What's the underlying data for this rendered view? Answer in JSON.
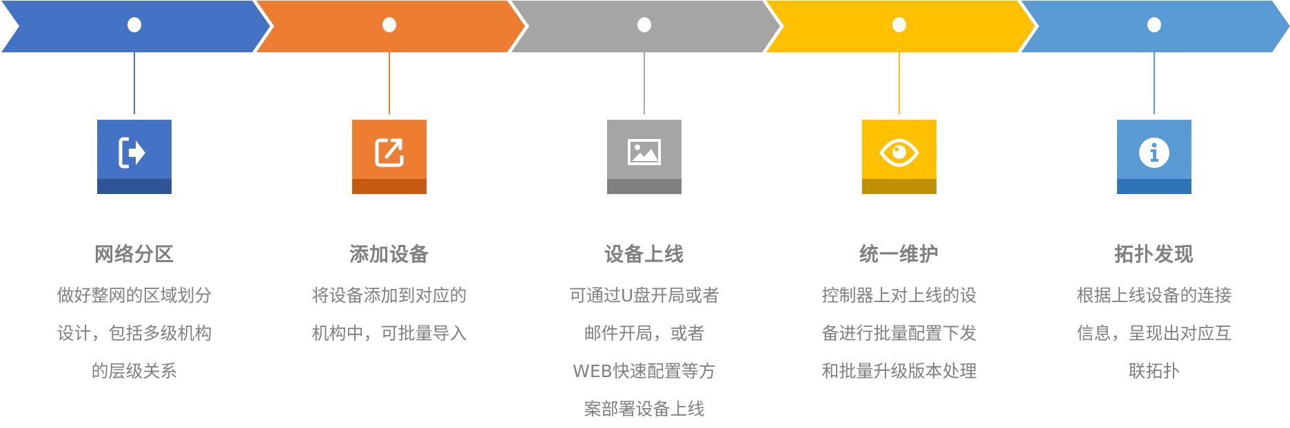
{
  "steps": [
    {
      "title": "网络分区",
      "lines": [
        "做好整网的区域划分",
        "设计，包括多级机构",
        "的层级关系"
      ],
      "icon": "sign-out-arrow-icon",
      "color": "#4472C4",
      "dark": "#2F5597"
    },
    {
      "title": "添加设备",
      "lines": [
        "将设备添加到对应的",
        "机构中，可批量导入"
      ],
      "icon": "external-link-icon",
      "color": "#ED7D31",
      "dark": "#C55A11"
    },
    {
      "title": "设备上线",
      "lines": [
        "可通过U盘开局或者",
        "邮件开局，或者",
        "WEB快速配置等方",
        "案部署设备上线"
      ],
      "icon": "image-icon",
      "color": "#A5A5A5",
      "dark": "#7F7F7F"
    },
    {
      "title": "统一维护",
      "lines": [
        "控制器上对上线的设",
        "备进行批量配置下发",
        "和批量升级版本处理"
      ],
      "icon": "eye-icon",
      "color": "#FFC000",
      "dark": "#BF9000"
    },
    {
      "title": "拓扑发现",
      "lines": [
        "根据上线设备的连接",
        "信息，呈现出对应互",
        "联拓扑"
      ],
      "icon": "info-icon",
      "color": "#5B9BD5",
      "dark": "#2E75B6"
    }
  ]
}
